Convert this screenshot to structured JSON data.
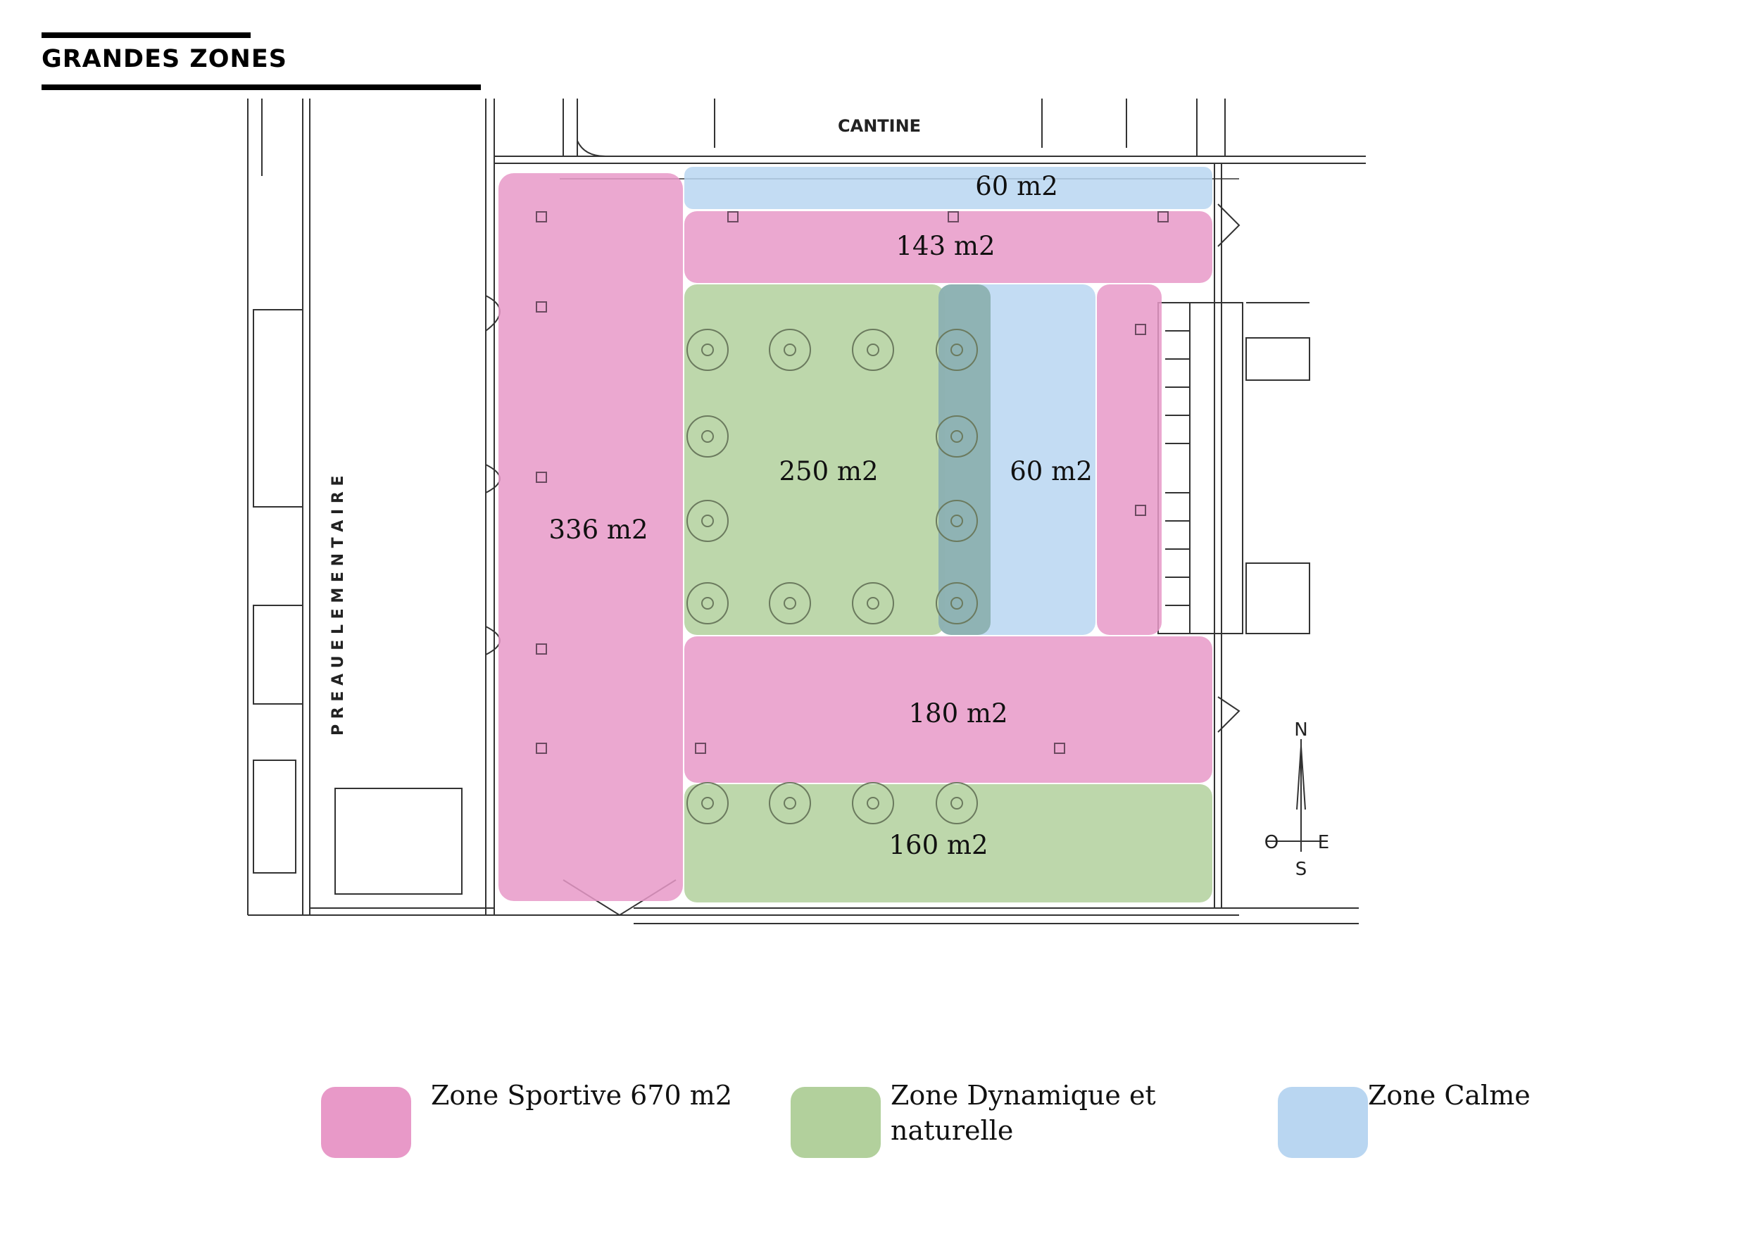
{
  "header": {
    "title": "GRANDES ZONES"
  },
  "plan": {
    "cantine_label": "CANTINE",
    "preau_label": "P R E A U   E L E M E N T A I R E",
    "compass": {
      "n": "N",
      "o": "O",
      "e": "E",
      "s": "S"
    }
  },
  "colors": {
    "sportive": "#e899c8",
    "dynamique": "#b2d09c",
    "calme": "#b9d6f1",
    "overlap": "#86aba8"
  },
  "zones": [
    {
      "id": "calme-top",
      "type": "calme",
      "label": "60 m2"
    },
    {
      "id": "sport-top",
      "type": "sportive",
      "label": "143 m2"
    },
    {
      "id": "sport-left",
      "type": "sportive",
      "label": "336 m2"
    },
    {
      "id": "dyn-center",
      "type": "dynamique",
      "label": "250 m2"
    },
    {
      "id": "calme-right",
      "type": "calme",
      "label": "60 m2"
    },
    {
      "id": "sport-right-strip",
      "type": "sportive",
      "label": ""
    },
    {
      "id": "sport-middle",
      "type": "sportive",
      "label": "180 m2"
    },
    {
      "id": "dyn-bottom",
      "type": "dynamique",
      "label": "160 m2"
    }
  ],
  "legend": {
    "sportive": "Zone Sportive  670 m2",
    "dynamique_line1": "Zone Dynamique et",
    "dynamique_line2": "naturelle",
    "calme": "Zone Calme"
  }
}
